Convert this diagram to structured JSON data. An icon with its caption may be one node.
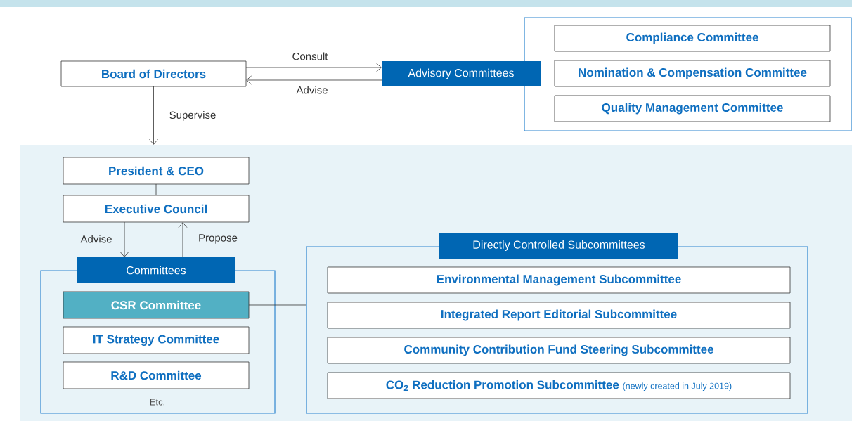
{
  "diagram": {
    "nodes": [
      {
        "text": [
          "Board of Directors"
        ]
      },
      {
        "text": [
          "Advisory Committees"
        ]
      },
      {
        "text": [],
        "shape": "box"
      },
      {
        "text": [
          "Compliance Committee"
        ],
        "in": 2
      },
      {
        "text": [
          "Nomination & Compensation Committee"
        ],
        "in": 2
      },
      {
        "text": [
          "Quality Management Committee"
        ],
        "in": 2
      },
      {
        "text": [],
        "shape": "box"
      },
      {
        "text": [
          "President & CEO"
        ],
        "in": 6
      },
      {
        "text": [
          "Executive Council"
        ],
        "in": 6
      },
      {
        "text": [
          "Committees"
        ],
        "in": 6
      },
      {
        "text": [],
        "shape": "box",
        "in": 6
      },
      {
        "text": [
          "CSR Committee"
        ],
        "in": 10
      },
      {
        "text": [
          "IT Strategy Committee"
        ],
        "in": 10
      },
      {
        "text": [
          "R&D Committee"
        ],
        "in": 10
      },
      {
        "text": [
          "Directly Controlled Subcommittees"
        ],
        "in": 6
      },
      {
        "text": [],
        "shape": "box",
        "in": 6
      },
      {
        "text": [
          "Environmental Management Subcommittee"
        ],
        "in": 15
      },
      {
        "text": [
          "Integrated Report Editorial Subcommittee"
        ],
        "in": 15
      },
      {
        "text": [
          "Community Contribution Fund Steering Subcommittee"
        ],
        "in": 15
      },
      {
        "text": [
          "CO$_{2}$ Reduction Promotion Subcommittee",
          "(newly created in July 2019)"
        ],
        "in": 15
      }
    ],
    "edges": [
      {
        "from": 0,
        "to": 1,
        "arrow": "to",
        "label": "Consult"
      },
      {
        "from": 1,
        "to": 0,
        "arrow": "to",
        "label": "Advise"
      },
      {
        "from": 0,
        "to": 6,
        "arrow": "to",
        "label": "Supervise"
      },
      {
        "from": 7,
        "to": 8,
        "arrow": "none"
      },
      {
        "from": 8,
        "to": 9,
        "arrow": "to",
        "label": "Advise"
      },
      {
        "from": 9,
        "to": 8,
        "arrow": "to",
        "label": "Propose"
      },
      {
        "from": 11,
        "to": 15,
        "arrow": "none"
      }
    ],
    "labels": [
      "Etc."
    ]
  }
}
